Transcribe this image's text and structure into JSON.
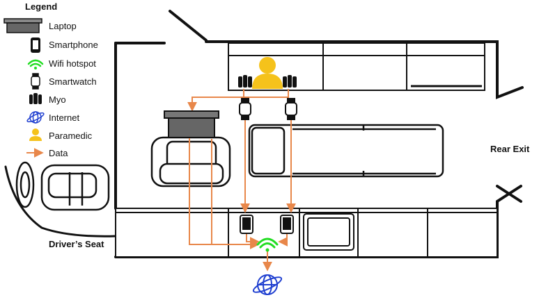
{
  "legend": {
    "title": "Legend",
    "items": [
      {
        "icon": "laptop-icon",
        "label": "Laptop"
      },
      {
        "icon": "smartphone-icon",
        "label": "Smartphone"
      },
      {
        "icon": "wifi-hotspot-icon",
        "label": "Wifi hotspot"
      },
      {
        "icon": "smartwatch-icon",
        "label": "Smartwatch"
      },
      {
        "icon": "myo-icon",
        "label": "Myo"
      },
      {
        "icon": "internet-icon",
        "label": "Internet"
      },
      {
        "icon": "paramedic-icon",
        "label": "Paramedic"
      },
      {
        "icon": "data-arrow-icon",
        "label": "Data"
      }
    ]
  },
  "labels": {
    "rear_exit": "Rear Exit",
    "drivers_seat": "Driver’s Seat"
  },
  "colors": {
    "data_arrow": "#e8874a",
    "paramedic": "#f5c21b",
    "wifi": "#22dd22",
    "internet": "#1f3fd0",
    "laptop": "#666666",
    "outline": "#111111"
  }
}
